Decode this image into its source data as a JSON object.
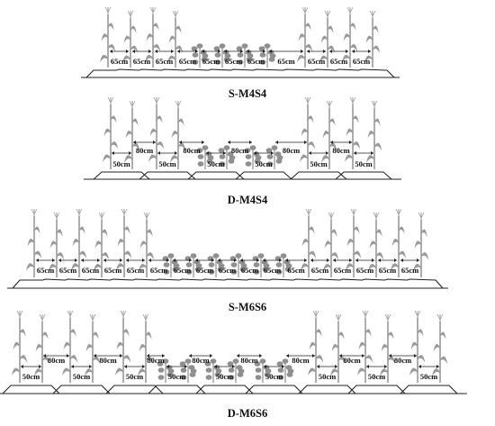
{
  "icons": {
    "maize": "maize-plant-icon",
    "soybean": "soybean-plant-icon"
  },
  "colors": {
    "plant": "#9a9a9a",
    "soybean": "#8f8f8f",
    "line": "#222222"
  },
  "panels": [
    {
      "title": "S-M4S4",
      "layout": "single",
      "rows": [
        "M",
        "M",
        "M",
        "M",
        "S",
        "S",
        "S",
        "S",
        "M",
        "M",
        "M",
        "M"
      ],
      "spacing_labels": [
        "65cm",
        "65cm",
        "65cm",
        "65cm",
        "65cm",
        "65cm",
        "65cm",
        "65cm",
        "65cm",
        "65cm",
        "65cm"
      ]
    },
    {
      "title": "D-M4S4",
      "layout": "double",
      "rows": [
        "M",
        "M",
        "M",
        "M",
        "S",
        "S",
        "S",
        "S",
        "M",
        "M",
        "M",
        "M"
      ],
      "narrow_labels": [
        "50cm",
        "50cm",
        "50cm",
        "50cm",
        "50cm",
        "50cm"
      ],
      "wide_labels": [
        "80cm",
        "80cm",
        "80cm",
        "80cm",
        "80cm"
      ]
    },
    {
      "title": "S-M6S6",
      "layout": "single",
      "rows": [
        "M",
        "M",
        "M",
        "M",
        "M",
        "M",
        "S",
        "S",
        "S",
        "S",
        "S",
        "S",
        "M",
        "M",
        "M",
        "M",
        "M",
        "M"
      ],
      "spacing_labels": [
        "65cm",
        "65cm",
        "65cm",
        "65cm",
        "65cm",
        "65cm",
        "65cm",
        "65cm",
        "65cm",
        "65cm",
        "65cm",
        "65cm",
        "65cm",
        "65cm",
        "65cm",
        "65cm",
        "65cm"
      ]
    },
    {
      "title": "D-M6S6",
      "layout": "double",
      "rows": [
        "M",
        "M",
        "M",
        "M",
        "M",
        "M",
        "S",
        "S",
        "S",
        "S",
        "S",
        "S",
        "M",
        "M",
        "M",
        "M",
        "M",
        "M"
      ],
      "narrow_labels": [
        "50cm",
        "50cm",
        "50cm",
        "50cm",
        "50cm",
        "50cm",
        "50cm",
        "50cm",
        "50cm"
      ],
      "wide_labels": [
        "80cm",
        "80cm",
        "80cm",
        "80cm",
        "80cm",
        "80cm",
        "80cm",
        "80cm"
      ]
    }
  ]
}
